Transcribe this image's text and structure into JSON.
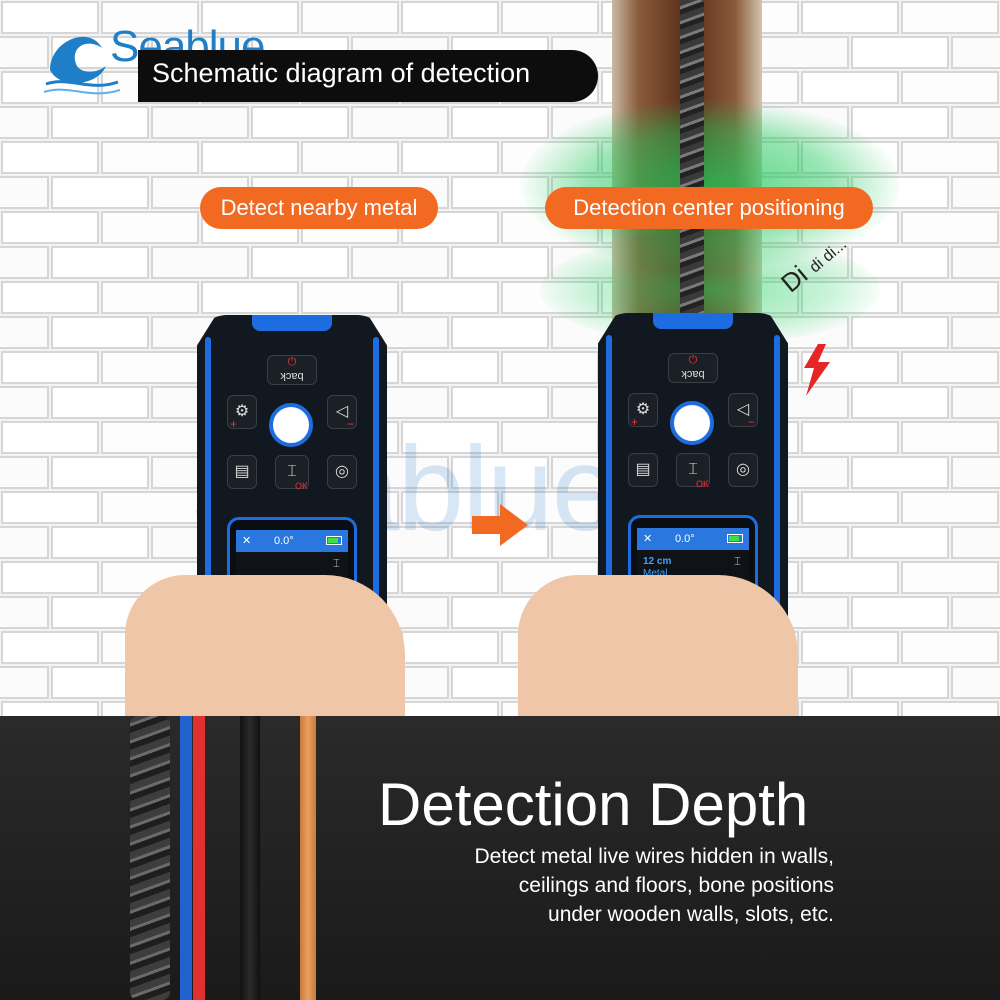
{
  "brand": {
    "name": "Seablue",
    "watermark": "Seablue"
  },
  "title": "Schematic diagram of detection",
  "labels": {
    "left": "Detect nearby metal",
    "right": "Detection center positioning"
  },
  "beep": {
    "big": "Di",
    "small": "di di..."
  },
  "device": {
    "back_label": "back",
    "ok_label": "OK",
    "plus": "+",
    "minus": "−",
    "angle": "0.0°",
    "depth": "12 cm",
    "type": "Metal"
  },
  "bottom": {
    "heading": "Detection Depth",
    "lines": [
      "Detect metal live wires hidden in walls,",
      "ceilings and floors, bone positions",
      "under wooden walls, slots, etc."
    ]
  },
  "colors": {
    "accent": "#f26a21",
    "device_blue": "#1e6de0",
    "brand_blue": "#1e7fc8",
    "detect_green": "#1ec85a"
  },
  "icons": [
    "wave-logo-icon",
    "arrow-right-icon",
    "lightning-icon",
    "gear-icon",
    "speaker-icon",
    "wood-icon",
    "metal-beam-icon",
    "magnet-icon",
    "power-icon",
    "mute-icon",
    "battery-icon"
  ]
}
